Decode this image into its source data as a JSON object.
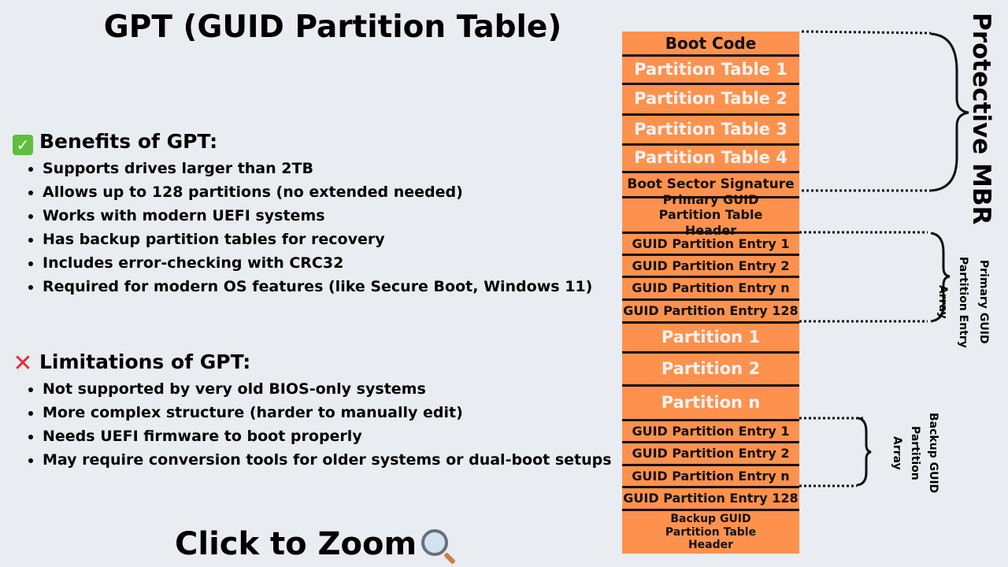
{
  "title": "GPT (GUID Partition Table)",
  "benefits": {
    "heading": "Benefits of GPT:",
    "icon": "check-mark-icon",
    "items": [
      "Supports drives larger than 2TB",
      "Allows up to 128 partitions (no extended needed)",
      "Works with modern UEFI systems",
      "Has backup partition tables for recovery",
      "Includes error-checking with CRC32",
      "Required for modern OS features (like Secure Boot, Windows 11)"
    ]
  },
  "limitations": {
    "heading": "Limitations of GPT:",
    "icon": "cross-mark-icon",
    "items": [
      "Not supported by very old BIOS-only systems",
      "More complex structure (harder to manually edit)",
      "Needs UEFI firmware to boot properly",
      "May require conversion tools for older systems or dual-boot setups"
    ]
  },
  "zoom_label": "Click to Zoom",
  "colors": {
    "block": "#fe914d",
    "background": "#e9ecf1"
  },
  "stack": [
    "Boot Code",
    "Partition Table 1",
    "Partition Table 2",
    "Partition Table 3",
    "Partition Table 4",
    "Boot Sector Signature",
    "Primary GUID Partition Table Header",
    "GUID Partition Entry 1",
    "GUID Partition Entry 2",
    "GUID Partition Entry n",
    "GUID Partition Entry 128",
    "Partition 1",
    "Partition 2",
    "Partition n",
    "GUID Partition Entry 1",
    "GUID Partition Entry 2",
    "GUID Partition Entry n",
    "GUID Partition Entry 128",
    "Backup GUID Partition Table Header"
  ],
  "labels": {
    "protective_mbr": "Protective MBR",
    "primary_array": "Primary GUID Partition Entry Array",
    "backup_array": "Backup GUID Partition Array"
  }
}
